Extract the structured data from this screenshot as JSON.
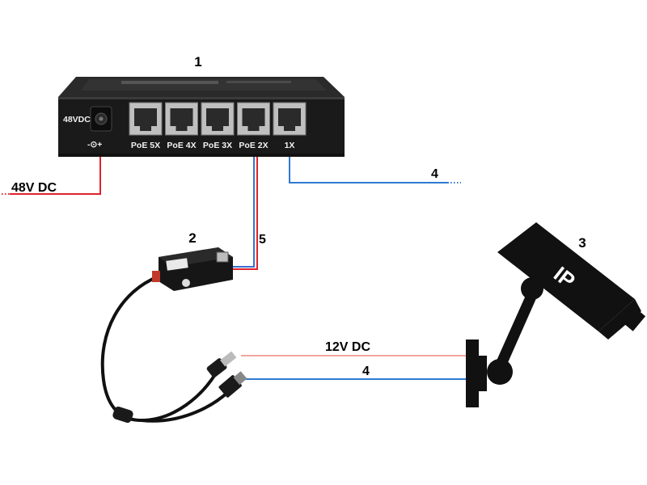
{
  "colors": {
    "power_wire": "#e0222a",
    "poe_wire": "#3a6fd0",
    "poe_wire_red": "#e0222a",
    "ethernet_wire": "#2f7ad1",
    "dc_12v_wire": "#f0a6a0",
    "device_body": "#1c1c1c",
    "background": "#ffffff"
  },
  "switch": {
    "callout": "1",
    "power_input_label": "48VDC",
    "polarity_label": "-⊙+",
    "ports": [
      "PoE 5X",
      "PoE 4X",
      "PoE 3X",
      "PoE 2X",
      "1X"
    ],
    "icon": "poe-switch-icon"
  },
  "splitter": {
    "callout": "2",
    "icon": "poe-splitter-icon"
  },
  "camera": {
    "callout": "3",
    "badge": "IP",
    "icon": "ip-camera-icon"
  },
  "wires": {
    "power_in_label": "48V DC",
    "uplink_label": "4",
    "poe_link_label": "5",
    "camera_power_label": "12V DC",
    "camera_ethernet_label": "4"
  }
}
